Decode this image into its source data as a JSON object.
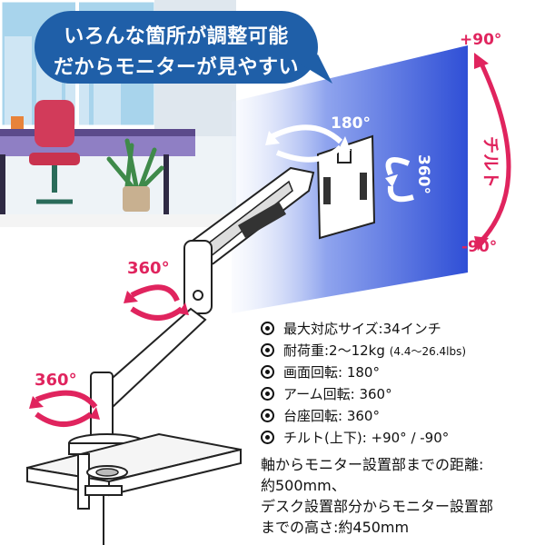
{
  "bubble": {
    "line1": "いろんな箇所が調整可能",
    "line2": "だからモニターが見やすい"
  },
  "tilt": {
    "label": "チルト",
    "top": "+90°",
    "bottom": "-90°"
  },
  "rotation_labels": {
    "screen": "180°",
    "screen_side": "360°",
    "arm": "360°",
    "base": "360°"
  },
  "specs": [
    {
      "label": "最大対応サイズ:34インチ",
      "note": ""
    },
    {
      "label": "耐荷重:2〜12kg",
      "note": "(4.4〜26.4lbs)"
    },
    {
      "label": "画面回転: 180°",
      "note": ""
    },
    {
      "label": "アーム回転: 360°",
      "note": ""
    },
    {
      "label": "台座回転: 360°",
      "note": ""
    },
    {
      "label": "チルト(上下): +90° / -90°",
      "note": ""
    }
  ],
  "distance_text": {
    "line1": "軸からモニター設置部までの距離:",
    "line2": "約500mm、",
    "line3": "デスク設置部分からモニター設置部",
    "line4": "までの高さ:約450mm"
  },
  "colors": {
    "accent_red": "#e0245e",
    "bubble_blue": "#1f5fa8",
    "monitor_blue": "#3b5bdb"
  }
}
